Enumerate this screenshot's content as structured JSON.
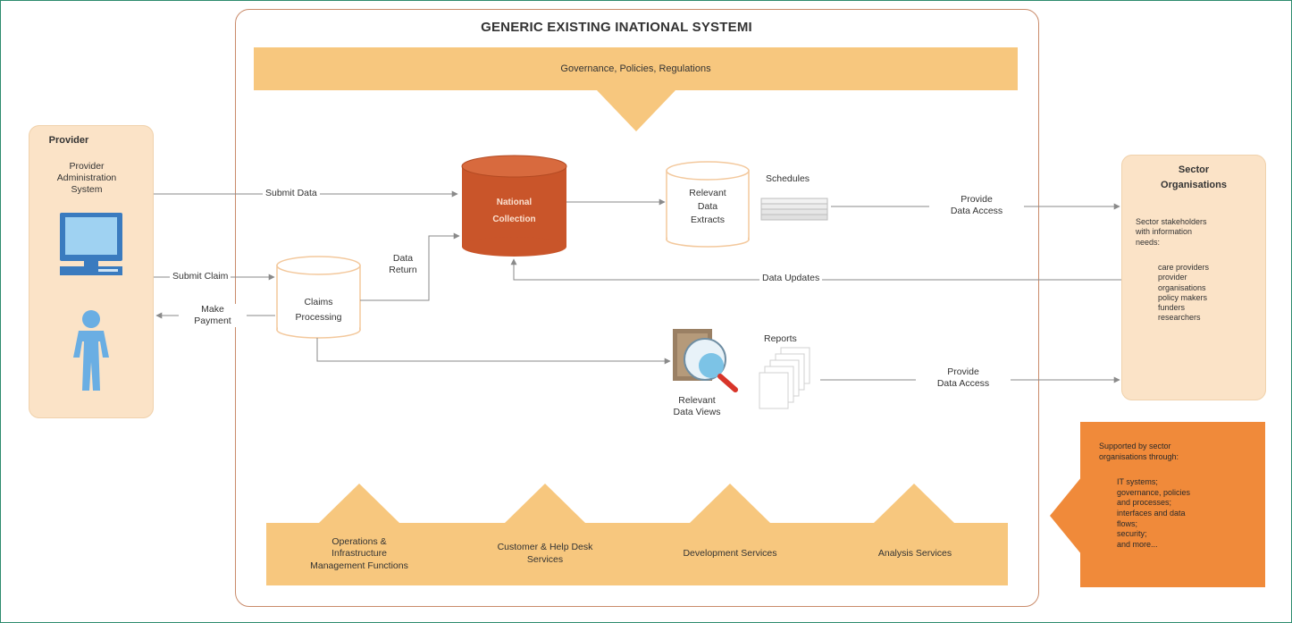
{
  "title": "GENERIC EXISTING INATIONAL SYSTEMI",
  "governance": "Governance, Policies, Regulations",
  "provider": {
    "title": "Provider",
    "system": [
      "Provider",
      "Administration",
      "System"
    ]
  },
  "nodes": {
    "national_collection": [
      "National",
      "Collection"
    ],
    "claims_processing": [
      "Claims",
      "Processing"
    ],
    "data_extracts": [
      "Relevant",
      "Data",
      "Extracts"
    ],
    "data_views": [
      "Relevant",
      "Data Views"
    ],
    "schedules": "Schedules",
    "reports": "Reports"
  },
  "flows": {
    "submit_data": "Submit Data",
    "submit_claim": "Submit Claim",
    "make_payment": [
      "Make",
      "Payment"
    ],
    "data_return": [
      "Data",
      "Return"
    ],
    "provide_access_1": [
      "Provide",
      "Data Access"
    ],
    "data_updates": "Data Updates",
    "provide_access_2": [
      "Provide",
      "Data Access"
    ]
  },
  "sector": {
    "title": [
      "Sector",
      "Organisations"
    ],
    "intro": [
      "Sector stakeholders",
      "with information",
      "needs:"
    ],
    "items": [
      "care providers",
      "provider",
      "organisations",
      "policy makers",
      "funders",
      "researchers"
    ]
  },
  "services": [
    [
      "Operations &",
      "Infrastructure",
      "Management Functions"
    ],
    [
      "Customer & Help Desk",
      "Services"
    ],
    [
      "Development Services"
    ],
    [
      "Analysis Services"
    ]
  ],
  "support": {
    "intro": [
      "Supported by sector",
      "organisations through:"
    ],
    "items": [
      "IT systems;",
      "governance, policies",
      "and processes;",
      "interfaces and data",
      "flows;",
      "security;",
      "and more..."
    ]
  },
  "colors": {
    "accent_light": "#f7c77e",
    "panel": "#fbe3c7",
    "cylinder_dark": "#c9552a",
    "support_box": "#f08a3a",
    "frame": "#2e8b6e"
  }
}
